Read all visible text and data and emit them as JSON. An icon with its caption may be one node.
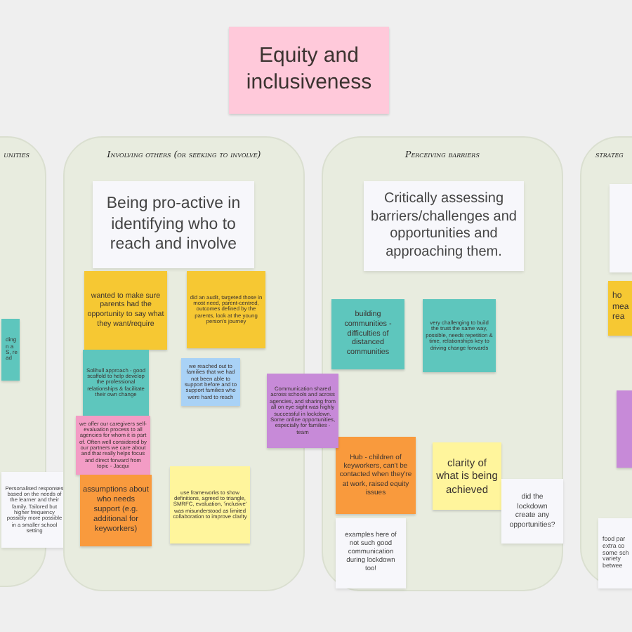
{
  "diagram": {
    "nodes": [
      {
        "text": [
          "Equity and inclusiveness"
        ]
      },
      {
        "text": [
          "unities"
        ]
      },
      {
        "text": [
          "ding n a S, re ad"
        ],
        "in": 1
      },
      {
        "text": [
          "Personalised responses based on the needs of the learner and their family. Tailored but higher frequency possibly more possible in a smaller school setting"
        ],
        "in": 1
      },
      {
        "text": [
          "Involving others (or seeking to involve)"
        ]
      },
      {
        "text": [
          "Being pro-active in identifying who to reach and involve"
        ],
        "in": 4
      },
      {
        "text": [
          "wanted to make sure parents had the opportunity to say what they want/require"
        ],
        "in": 4
      },
      {
        "text": [
          "did an audit, targeted those in most need, parent-centred, outcomes defined by the parents, look at the young person's journey"
        ],
        "in": 4
      },
      {
        "text": [
          "Solihull approach - good scaffold to help develop the professional relationships & facilitate their own change"
        ],
        "in": 4
      },
      {
        "text": [
          "we reached out to families that we had not been able to support before and to support families who were hard to reach"
        ],
        "in": 4
      },
      {
        "text": [
          "we offer our caregivers self-evaluation process to all agencies for whom it is part of. Often well considered by our partners we care about and that really helps focus and direct forward from topic - Jacqui"
        ],
        "in": 4
      },
      {
        "text": [
          "assumptions about who needs support (e.g. additional for keyworkers)"
        ],
        "in": 4
      },
      {
        "text": [
          "use frameworks to show definitions, agreed to triangle, SMRFC, evaluation, 'inclusive' was misunderstood as limited collaboration to improve clarity"
        ],
        "in": 4
      },
      {
        "text": [
          "Communication shared across schools and across agencies, and sharing from all on eye sight was highly successful in lockdown. Some online opportunities, especially for families - team"
        ]
      },
      {
        "text": [
          "Perceiving barriers"
        ]
      },
      {
        "text": [
          "Critically assessing barriers/challenges and opportunities and approaching them."
        ],
        "in": 14
      },
      {
        "text": [
          "building communities - difficulties of distanced communities"
        ],
        "in": 14
      },
      {
        "text": [
          "very challenging to build the trust the same way, possible, needs repetition & time, relationships key to driving change forwards"
        ],
        "in": 14
      },
      {
        "text": [
          "Hub - children of keyworkers, can't be contacted when they're at work, raised equity issues"
        ],
        "in": 14
      },
      {
        "text": [
          "clarity of what is being achieved"
        ],
        "in": 14
      },
      {
        "text": [
          "examples here of not such good communication during lockdown too!"
        ],
        "in": 14
      },
      {
        "text": [
          "did the lockdown create any opportunities?"
        ],
        "in": 14
      },
      {
        "text": [
          "strateg"
        ]
      },
      {
        "text": [],
        "shape": "box",
        "in": 22
      },
      {
        "text": [
          "ho mea rea"
        ],
        "in": 22
      },
      {
        "text": [],
        "shape": "box",
        "in": 22
      },
      {
        "text": [
          "food par extra co some sch variety betwee"
        ],
        "in": 22
      }
    ]
  }
}
